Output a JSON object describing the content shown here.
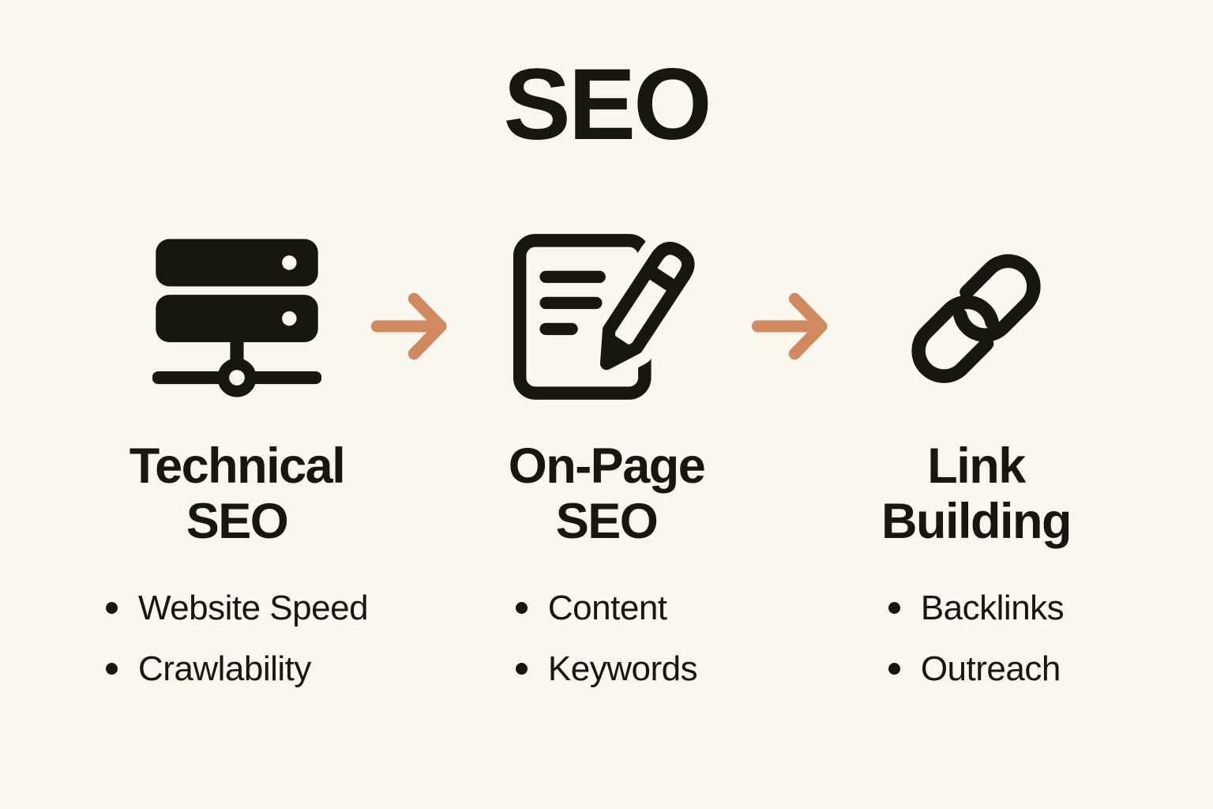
{
  "title": "SEO",
  "colors": {
    "background": "#FAF7EF",
    "ink": "#17170F",
    "arrow": "#D18A60"
  },
  "columns": [
    {
      "icon": "server-icon",
      "heading_line1": "Technical",
      "heading_line2": "SEO",
      "bullets": [
        "Website Speed",
        "Crawlability"
      ]
    },
    {
      "icon": "document-edit-icon",
      "heading_line1": "On-Page",
      "heading_line2": "SEO",
      "bullets": [
        "Content",
        "Keywords"
      ]
    },
    {
      "icon": "link-icon",
      "heading_line1": "Link",
      "heading_line2": "Building",
      "bullets": [
        "Backlinks",
        "Outreach"
      ]
    }
  ],
  "arrows": [
    "arrow-right-icon",
    "arrow-right-icon"
  ]
}
